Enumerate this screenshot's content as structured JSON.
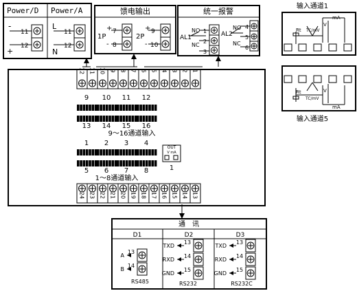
{
  "power": {
    "d_label": "Power/D",
    "a_label": "Power/A",
    "d_minus": "-",
    "d_plus": "+",
    "a_l": "L",
    "a_n": "N",
    "t11": "11",
    "t12": "12"
  },
  "feed": {
    "title": "馈电输出",
    "p1": "1P",
    "p2": "2P",
    "plus": "+",
    "minus": "-",
    "t7": "7",
    "t8": "8",
    "t9": "9",
    "t10": "10"
  },
  "alarm": {
    "title": "统一报警",
    "al1": "AL1",
    "al2": "AL2",
    "no": "NO",
    "nc": "NC",
    "t1": "1",
    "t2": "2",
    "t3": "3",
    "t4": "4",
    "t5": "5",
    "t6": "6"
  },
  "main": {
    "top_terms": [
      "12",
      "11",
      "10",
      "9",
      "8",
      "7",
      "6",
      "5",
      "4",
      "3",
      "2",
      "1"
    ],
    "bottom_terms": [
      "24",
      "23",
      "22",
      "21",
      "20",
      "19",
      "18",
      "17",
      "16",
      "15",
      "14",
      "13"
    ],
    "ch_upper_top": [
      "9",
      "10",
      "11",
      "12"
    ],
    "ch_upper_bot": [
      "13",
      "14",
      "15",
      "16"
    ],
    "upper_caption": "9～16通道输入",
    "ch_lower_top": [
      "1",
      "2",
      "3",
      "4"
    ],
    "ch_lower_bot": [
      "5",
      "6",
      "7",
      "8"
    ],
    "lower_caption": "1～8通道输入",
    "out_label": "OUT",
    "out_sub": "V mA",
    "out_num": "1"
  },
  "comm": {
    "title": "通　讯",
    "d1": "D1",
    "d2": "D2",
    "d3": "D3",
    "a": "A",
    "b": "B",
    "rs485": "RS485",
    "txd": "TXD",
    "rxd": "RXD",
    "gnd": "GND",
    "rs232": "RS232",
    "rs232c": "RS232C",
    "t13": "13",
    "t14": "14",
    "t15": "15"
  },
  "inputs": {
    "ch1_title": "输入通道1",
    "ch5_title": "输入通道5",
    "rt": "Rt",
    "tcmv": "TC/mV",
    "v": "V",
    "ma": "mA",
    "plus": "+",
    "minus": "-"
  }
}
